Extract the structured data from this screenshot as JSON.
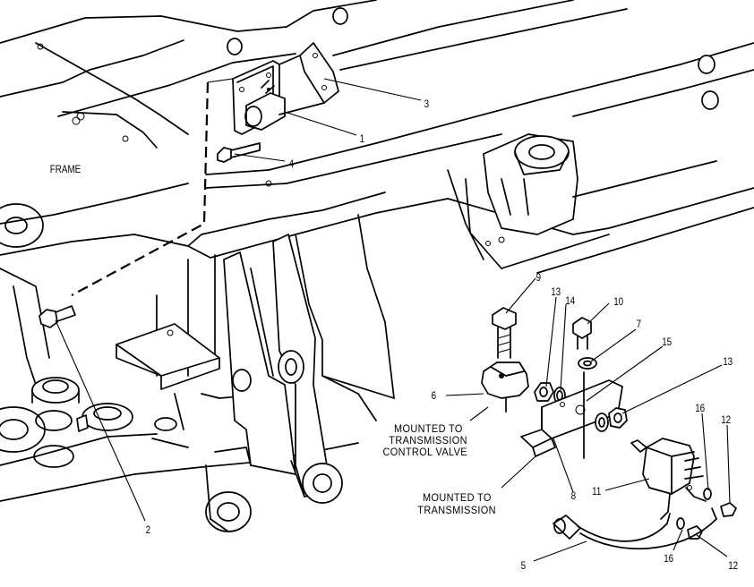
{
  "diagram": {
    "labels": {
      "frame": "FRAME",
      "p1": "1",
      "p2": "2",
      "p3": "3",
      "p4": "4",
      "p5": "5",
      "p6": "6",
      "p7": "7",
      "p8": "8",
      "p9": "9",
      "p10": "10",
      "p11": "11",
      "p12a": "12",
      "p12b": "12",
      "p13a": "13",
      "p13b": "13",
      "p14": "14",
      "p15": "15",
      "p16a": "16",
      "p16b": "16"
    },
    "captions": {
      "valve_line1": "MOUNTED TO",
      "valve_line2": "TRANSMISSION",
      "valve_line3": "CONTROL VALVE",
      "trans_line1": "MOUNTED TO",
      "trans_line2": "TRANSMISSION"
    }
  }
}
